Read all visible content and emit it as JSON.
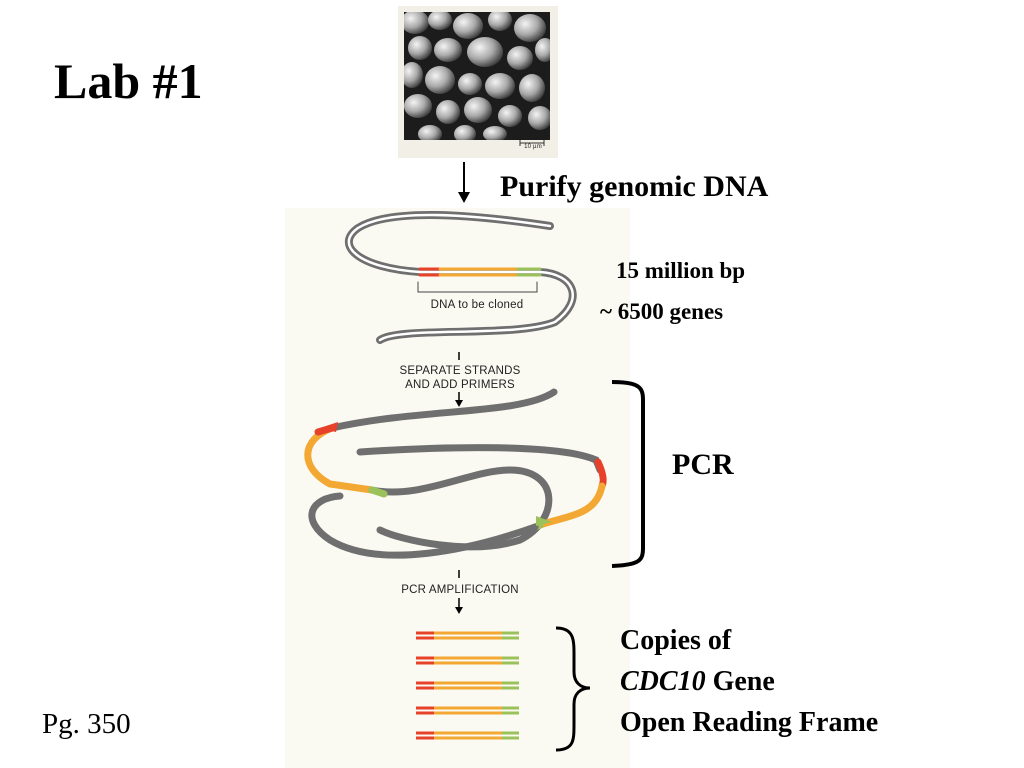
{
  "slide": {
    "title": "Lab #1",
    "page_ref": "Pg. 350"
  },
  "steps": {
    "purify": "Purify genomic DNA",
    "genome_size": "15 million bp",
    "gene_count": "~ 6500 genes",
    "pcr": "PCR",
    "copies_line1": "Copies of",
    "copies_gene_name": "CDC10",
    "copies_gene_word": "Gene",
    "copies_line3": "Open Reading Frame"
  },
  "figure": {
    "dna_label": "DNA to be cloned",
    "separate_line1": "SEPARATE STRANDS",
    "separate_line2": "AND ADD PRIMERS",
    "amplification": "PCR AMPLIFICATION",
    "scale_bar": "10 µm"
  },
  "colors": {
    "primer_red": "#e8412a",
    "gene_orange": "#f2a833",
    "primer_green": "#9bc25a",
    "strand_gray": "#6f6f6f"
  }
}
